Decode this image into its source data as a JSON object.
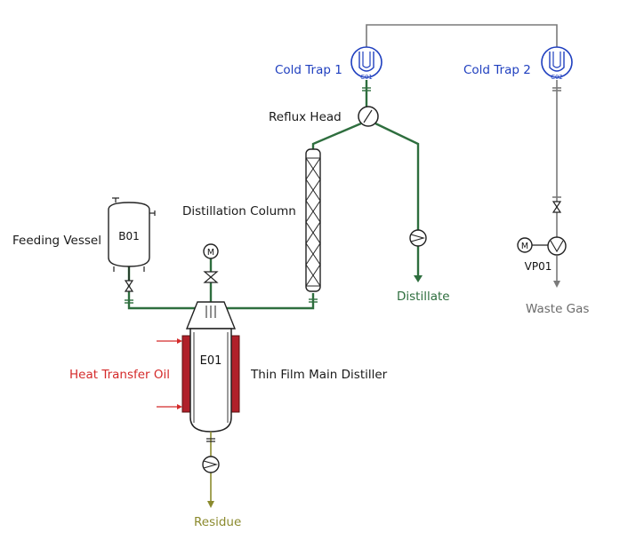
{
  "labels": {
    "cold_trap_1": "Cold Trap 1",
    "cold_trap_2": "Cold Trap 2",
    "reflux_head": "Reflux Head",
    "distillation_column": "Distillation Column",
    "feeding_vessel": "Feeding Vessel",
    "distillate": "Distillate",
    "waste_gas": "Waste  Gas",
    "heat_transfer_oil": "Heat Transfer Oil",
    "thin_film_main_distiller": "Thin Film Main Distiller",
    "residue": "Residue"
  },
  "tags": {
    "c01": "C01",
    "c02": "C02",
    "b01": "B01",
    "e01": "E01",
    "vp01": "VP01",
    "motor": "M"
  },
  "colors": {
    "process_line": "#2e6e3e",
    "vacuum_line": "#7a7a7a",
    "cold_trap_label": "#1f3fbf",
    "heat_oil": "#d42a2a",
    "heater_jacket": "#b0202a",
    "distillate_label": "#2e6e3e",
    "residue_label": "#8b8a2e",
    "waste_gas_label": "#6b6b6b"
  }
}
